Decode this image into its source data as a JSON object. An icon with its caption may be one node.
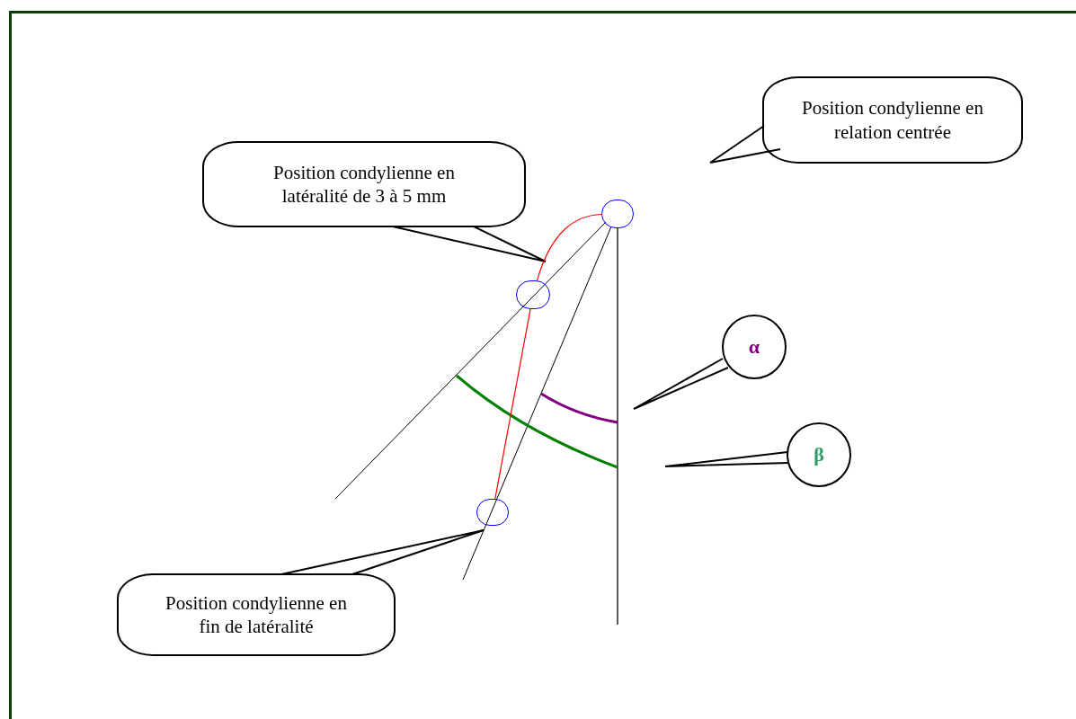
{
  "diagram": {
    "nodes": [
      {
        "text": [
          "Position condylienne en relation centrée"
        ]
      },
      {
        "text": [
          "Position condylienne en latéralité de 3 à 5 mm"
        ]
      },
      {
        "text": [
          "α"
        ]
      },
      {
        "text": [
          "β"
        ]
      },
      {
        "text": [
          "Position condylienne en fin de latéralité"
        ]
      },
      {
        "text": [],
        "shape": "circle"
      },
      {
        "text": [],
        "shape": "circle"
      },
      {
        "text": [],
        "shape": "circle"
      }
    ],
    "edges": [
      {
        "from": 0,
        "to": null,
        "arrow": "none"
      },
      {
        "from": 1,
        "to": null,
        "arrow": "none"
      },
      {
        "from": 2,
        "to": null,
        "arrow": "none"
      },
      {
        "from": 3,
        "to": null,
        "arrow": "none"
      },
      {
        "from": 4,
        "to": null,
        "arrow": "none"
      },
      {
        "from": 5,
        "to": 6,
        "arrow": "none",
        "color": "#ff0000"
      },
      {
        "from": 6,
        "to": 7,
        "arrow": "none",
        "color": "#ff0000"
      }
    ]
  }
}
